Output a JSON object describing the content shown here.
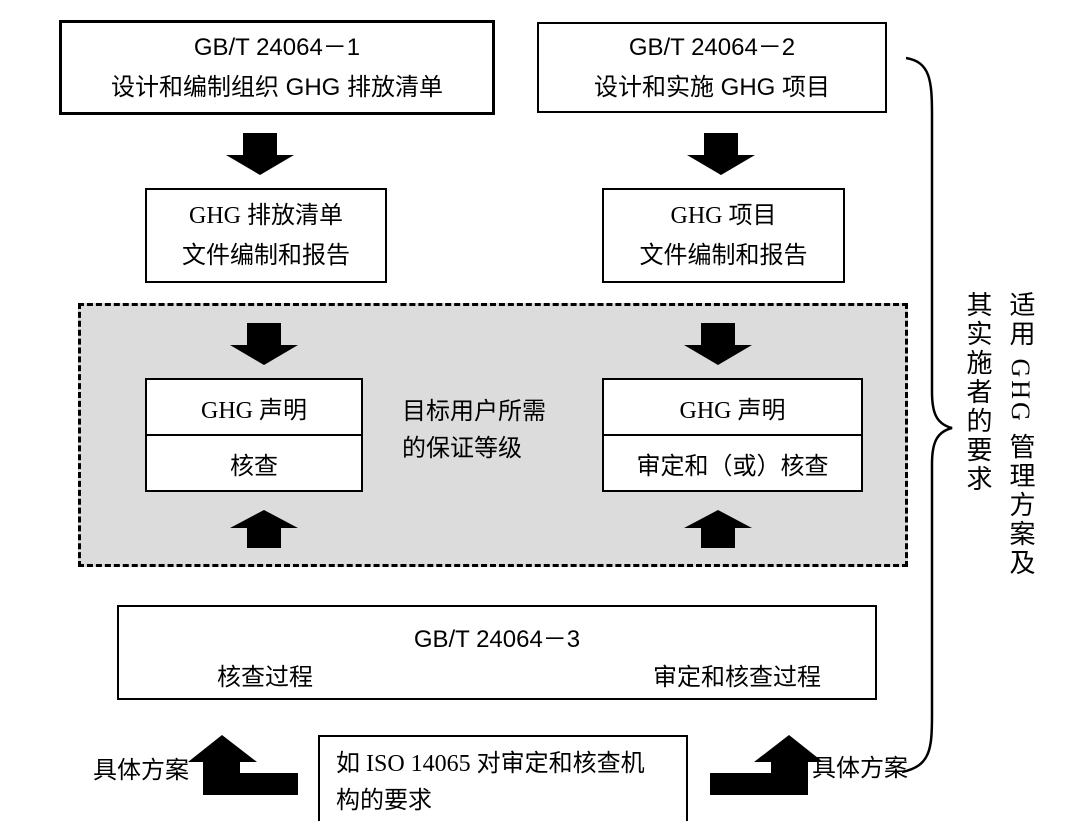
{
  "diagram": {
    "top_left_box": {
      "line1": "GB/T 24064－1",
      "line2": "设计和编制组织 GHG 排放清单"
    },
    "top_right_box": {
      "line1": "GB/T 24064－2",
      "line2": "设计和实施 GHG 项目"
    },
    "inventory_doc_box": {
      "line1": "GHG 排放清单",
      "line2": "文件编制和报告"
    },
    "project_doc_box": {
      "line1": "GHG 项目",
      "line2": "文件编制和报告"
    },
    "left_statement_box": {
      "top": "GHG 声明",
      "bottom": "核查"
    },
    "right_statement_box": {
      "top": "GHG 声明",
      "bottom": "审定和（或）核查"
    },
    "assurance_label": {
      "line1": "目标用户所需",
      "line2": "的保证等级"
    },
    "part3_box": {
      "title": "GB/T 24064－3",
      "left_label": "核查过程",
      "right_label": "审定和核查过程"
    },
    "bottom_box": {
      "line1": "如 ISO  14065 对审定和核查机",
      "line2": "构的要求"
    },
    "specific_scheme_left": "具体方案",
    "specific_scheme_right": "具体方案",
    "side_note": {
      "outer_column": "适用 GHG 管理方案及",
      "inner_column": "其实施者的要求"
    }
  },
  "colors": {
    "background": "#ffffff",
    "line": "#000000",
    "shaded_area": "#dcdcdc"
  }
}
